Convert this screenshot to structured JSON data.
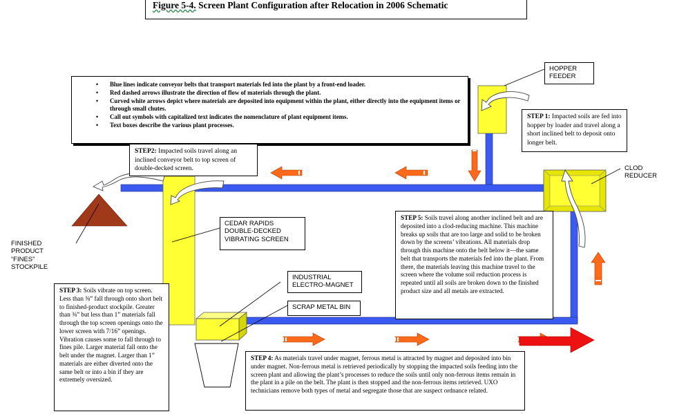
{
  "title": {
    "figure": "Figure 5-4.",
    "text": "Screen Plant Configuration after Relocation in 2006 Schematic"
  },
  "legend": {
    "items": [
      "Blue lines indicate conveyor belts that transport materials fed into the plant by a front-end loader.",
      "Red dashed arrows illustrate the direction of flow of materials through the plant.",
      "Curved white arrows depict where materials are deposited into equipment within the plant, either directly into the equipment items or through small chutes.",
      "Call out symbols with capitalized text indicates the nomenclature of plant equipment items.",
      "Text boxes describe the various plant processes."
    ]
  },
  "labels": {
    "hopper_line1": "HOPPER",
    "hopper_line2": "FEEDER",
    "clod_line1": "CLOD",
    "clod_line2": "REDUCER",
    "cedar_line1": "CEDAR RAPIDS",
    "cedar_line2": "DOUBLE-DECKED",
    "cedar_line3": "VIBRATING SCREEN",
    "magnet_line1": "INDUSTRIAL",
    "magnet_line2": "ELECTRO-MAGNET",
    "scrap": "SCRAP METAL BIN",
    "fines_line1": "FINISHED",
    "fines_line2": "PRODUCT",
    "fines_line3": "“FINES”",
    "fines_line4": "STOCKPILE"
  },
  "steps": {
    "step1": {
      "name": "STEP 1:",
      "text": "Impacted soils are fed into hopper by loader and travel along a short inclined belt to deposit onto longer belt."
    },
    "step2": {
      "name": "STEP2:",
      "text": "Impacted soils travel along an inclined conveyor belt to top screen of double-decked screen."
    },
    "step3": {
      "name": "STEP 3:",
      "text": "Soils vibrate on top screen. Less than ⅜” fall through onto short belt to finished-product stockpile. Greater than ⅜” but less than 1” materials fall through the top screen openings onto the lower screen with 7/16” openings. Vibration causes some to fall through to fines pile. Larger material fall onto the belt under the magnet. Larger than 1” materials are either diverted onto the same belt or into a bin if they are extremely oversized."
    },
    "step4": {
      "name": "STEP 4:",
      "text": "As materials travel under magnet, ferrous metal is attracted by magnet and deposited into bin under magnet. Non-ferrous metal is retrieved periodically by stopping the impacted soils feeding into the screen plant and allowing the plant’s processes to reduce the soils until only non-ferrous items remain in the plant in a pile on the belt. The plant is then stopped and the non-ferrous items retrieved. UXO technicians remove both types of metal and segregate those that are suspect ordnance related."
    },
    "step5": {
      "name": "STEP 5:",
      "text": "Soils travel along another inclined belt and are deposited into a clod-reducing machine. This machine breaks up soils that are too large and solid to be broken down by the screens’ vibrations. All materials drop through this machine onto the belt below it—the same belt that transports the materials fed into the plant. From there, the materials leaving this machine travel to the screen where the volume soil reduction process is repeated until all soils are broken down to the finished product size and all metals are extracted."
    }
  },
  "colors": {
    "belt": "#3b5bf0",
    "equipment": "#ffff33",
    "flow_arrow": "#ff6a1a",
    "large_arrow": "#ee1111",
    "stockpile": "#a0381a"
  }
}
